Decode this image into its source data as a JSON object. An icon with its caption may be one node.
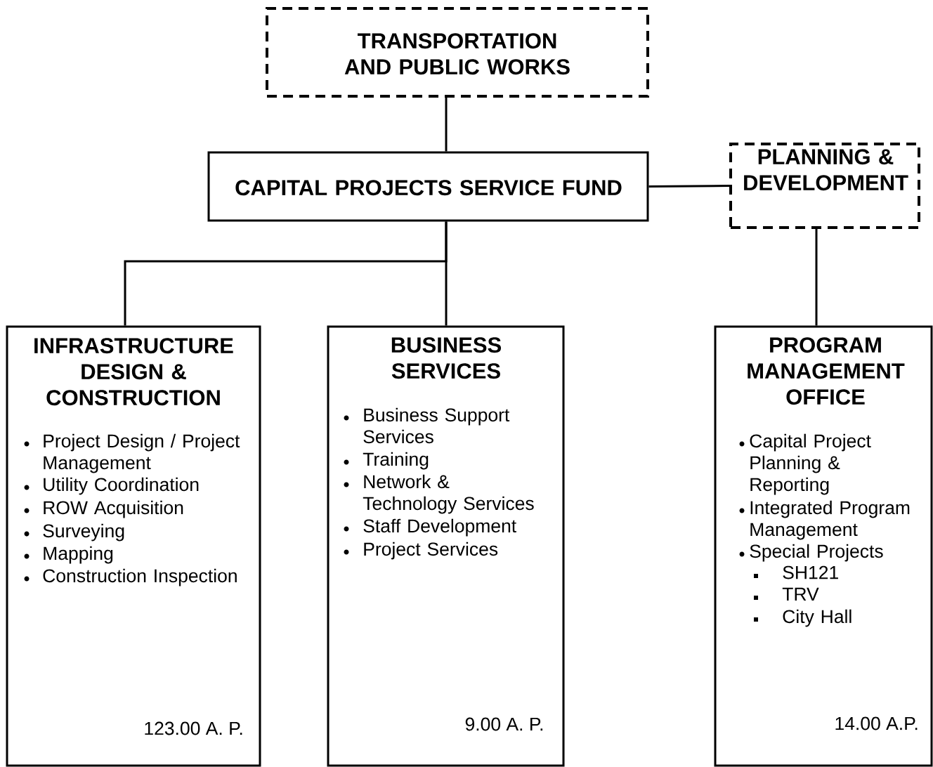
{
  "diagram": {
    "nodes": [
      {
        "text": [
          "TRANSPORTATION AND PUBLIC WORKS"
        ]
      },
      {
        "text": [
          "CAPITAL PROJECTS SERVICE FUND"
        ]
      },
      {
        "text": [
          "PLANNING & DEVELOPMENT"
        ]
      },
      {
        "text": [
          "INFRASTRUCTURE DESIGN & CONSTRUCTION",
          "Project Design / Project Management",
          "Utility Coordination",
          "ROW Acquisition",
          "Surveying",
          "Mapping",
          "Construction Inspection",
          "123.00 A. P."
        ]
      },
      {
        "text": [
          "BUSINESS SERVICES",
          "Business Support Services",
          "Training",
          "Network & Technology Services",
          "Staff Development",
          "Project Services",
          "9.00 A. P."
        ]
      },
      {
        "text": [
          "PROGRAM MANAGEMENT OFFICE",
          "Capital Project Planning & Reporting",
          "Integrated Program Management",
          "Special Projects",
          "SH121",
          "TRV",
          "City Hall",
          "14.00 A.P."
        ]
      }
    ],
    "edges": [
      {
        "from": 0,
        "to": 1,
        "arrow": "none"
      },
      {
        "from": 1,
        "to": 2,
        "arrow": "none"
      },
      {
        "from": 1,
        "to": 3,
        "arrow": "none"
      },
      {
        "from": 1,
        "to": 4,
        "arrow": "none"
      },
      {
        "from": 2,
        "to": 5,
        "arrow": "none"
      }
    ]
  }
}
